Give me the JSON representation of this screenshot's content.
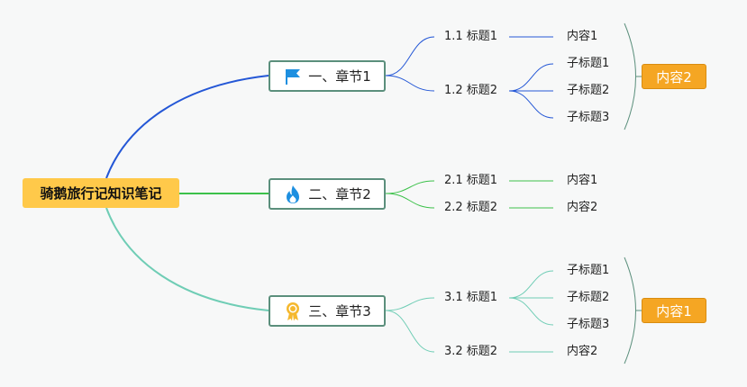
{
  "root": {
    "label": "骑鹅旅行记知识笔记"
  },
  "chapters": [
    {
      "label": "一、章节1",
      "icon": "flag-icon",
      "color": "#2457d6",
      "topics": [
        {
          "label": "1.1 标题1",
          "children": [
            "内容1"
          ]
        },
        {
          "label": "1.2 标题2",
          "children": [
            "子标题1",
            "子标题2",
            "子标题3"
          ]
        }
      ],
      "summary": "内容2"
    },
    {
      "label": "二、章节2",
      "icon": "fire-icon",
      "color": "#3cc14a",
      "topics": [
        {
          "label": "2.1 标题1",
          "children": [
            "内容1"
          ]
        },
        {
          "label": "2.2 标题2",
          "children": [
            "内容2"
          ]
        }
      ]
    },
    {
      "label": "三、章节3",
      "icon": "award-ribbon-icon",
      "color": "#6fcdb5",
      "topics": [
        {
          "label": "3.1 标题1",
          "children": [
            "子标题1",
            "子标题2",
            "子标题3"
          ]
        },
        {
          "label": "3.2 标题2",
          "children": [
            "内容2"
          ]
        }
      ],
      "summary": "内容1"
    }
  ],
  "colors": {
    "root_fill": "#ffc94a",
    "summary_fill": "#f5a623",
    "node_border": "#5b8f7c",
    "bracket": "#5b8f7c"
  }
}
